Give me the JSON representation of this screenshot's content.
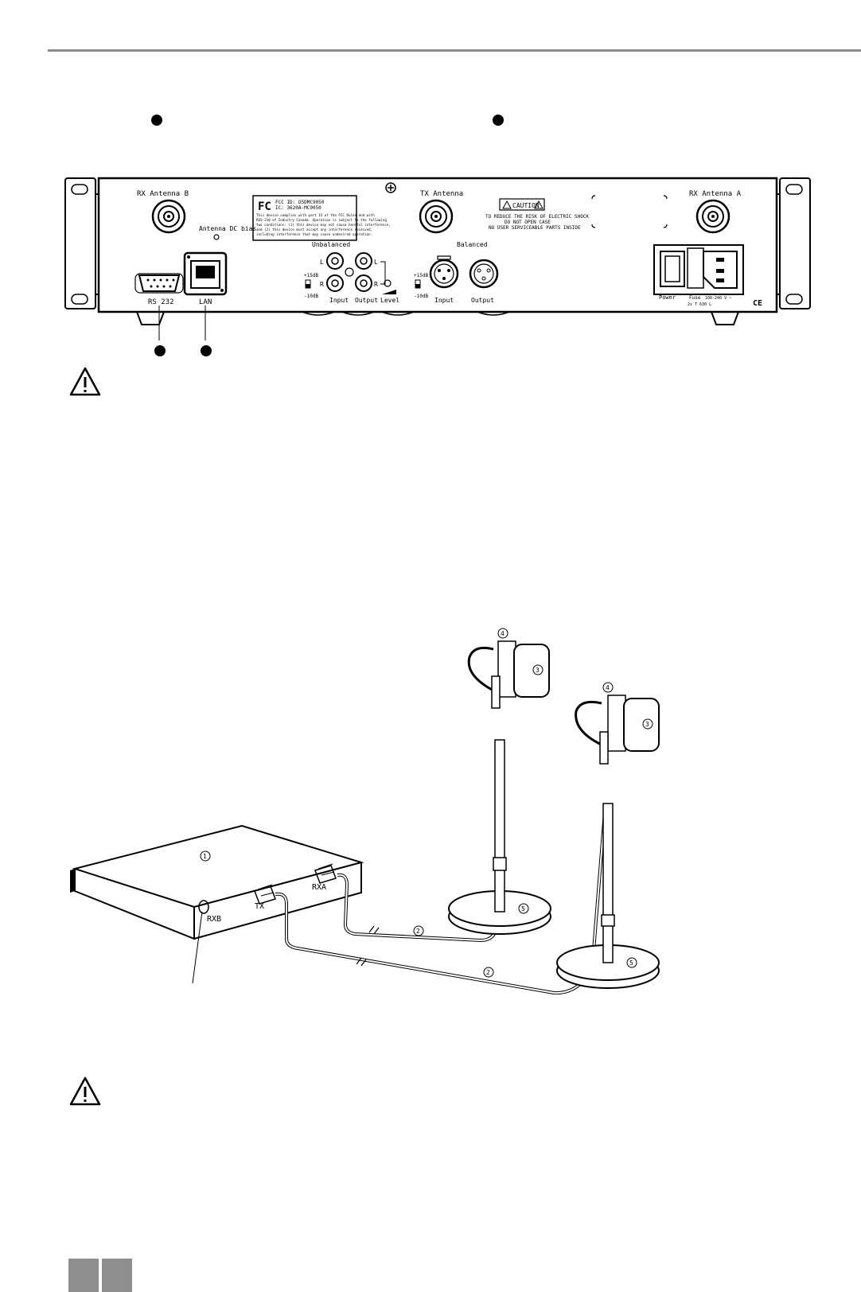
{
  "panel": {
    "rx_antenna_b": "RX Antenna B",
    "tx_antenna": "TX Antenna",
    "rx_antenna_a": "RX Antenna A",
    "antenna_dc_bias": "Antenna DC bias",
    "caution_title": "CAUTION",
    "caution_lines": [
      "TO REDUCE THE RISK OF ELECTRIC SHOCK",
      "DO NOT OPEN CASE",
      "NO USER SERVICEABLE PARTS INSIDE"
    ],
    "fcc_lines": [
      "FCC ID: O5DMC9050",
      "IC: 3620A-MC9050"
    ],
    "fcc_body": [
      "This device complies with part 15 of the FCC Rules and with",
      "RSS-210 of Industry Canada. Operation is subject to the following",
      "two conditions: (1) this device may not cause harmful interference,",
      "and (2) this device must accept any interference received,",
      "including interference that may cause undesired operation."
    ],
    "unbalanced": "Unbalanced",
    "balanced": "Balanced",
    "l": "L",
    "r": "R",
    "plus15": "+15dB",
    "minus10": "-10dB",
    "input": "Input",
    "output": "Output",
    "level": "Level",
    "rs232": "RS 232",
    "lan": "LAN",
    "power": "Power",
    "fuse": "Fuse",
    "voltage": "100-240 V ~",
    "fuse_rating": "2x T 630 L",
    "ce": "CE"
  },
  "setup": {
    "rxb": "RXB",
    "tx": "TX",
    "rxa": "RXA",
    "n1": "1",
    "n2": "2",
    "n3": "3",
    "n4": "4",
    "n5": "5"
  },
  "colors": {
    "rule": "#8c8c8c",
    "footer_box": "#8e8e8e"
  }
}
